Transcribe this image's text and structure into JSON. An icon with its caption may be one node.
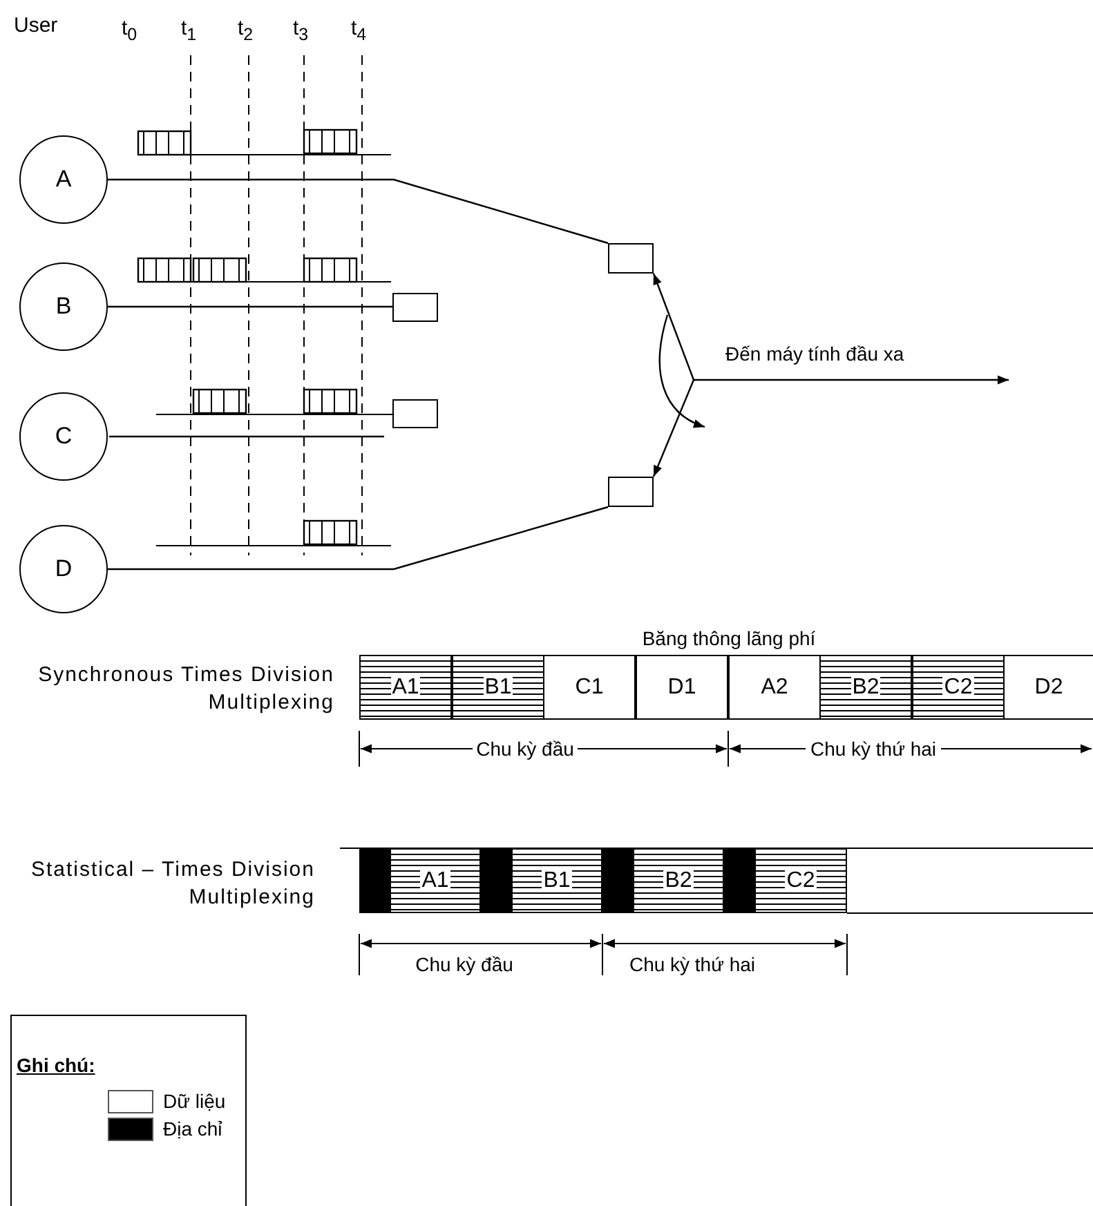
{
  "diagram": {
    "nodes": [
      {
        "text": [
          "A"
        ]
      },
      {
        "text": [
          "B"
        ]
      },
      {
        "text": [
          "C"
        ]
      },
      {
        "text": [
          "D"
        ]
      },
      {
        "text": [],
        "shape": "box"
      },
      {
        "text": [],
        "shape": "box"
      },
      {
        "text": [],
        "shape": "box"
      },
      {
        "text": [],
        "shape": "box"
      },
      {
        "text": [
          "A1"
        ]
      },
      {
        "text": [
          "B1"
        ]
      },
      {
        "text": [
          "C1"
        ]
      },
      {
        "text": [
          "D1"
        ]
      },
      {
        "text": [
          "A2"
        ]
      },
      {
        "text": [
          "B2"
        ]
      },
      {
        "text": [
          "C2"
        ]
      },
      {
        "text": [
          "D2"
        ]
      },
      {
        "text": [
          "A1"
        ]
      },
      {
        "text": [
          "B1"
        ]
      },
      {
        "text": [
          "B2"
        ]
      },
      {
        "text": [
          "C2"
        ]
      }
    ],
    "edges": [
      {
        "from": 0,
        "to": 4,
        "arrow": "none"
      },
      {
        "from": 1,
        "to": 5,
        "arrow": "none"
      },
      {
        "from": 3,
        "to": 7,
        "arrow": "none"
      },
      {
        "from": null,
        "to": 4,
        "arrow": "to"
      },
      {
        "from": null,
        "to": 7,
        "arrow": "to"
      }
    ],
    "labels": [
      "User",
      "t$_{0}$",
      "t$_{1}$",
      "t$_{2}$",
      "t$_{3}$",
      "t$_{4}$",
      "Đến máy tính đầu xa",
      "Băng thông lãng phí",
      "Synchronous Times Division Multiplexing",
      "Chu kỳ đầu",
      "Chu kỳ thứ hai",
      "Statistical – Times Division Multiplexing",
      "Chu kỳ đầu",
      "Chu kỳ thứ hai",
      "Ghi chú:"
    ],
    "legend": [
      {
        "text": "Dữ liệu",
        "color": "#ffffff"
      },
      {
        "text": "Địa chỉ",
        "color": "#000000"
      }
    ]
  }
}
